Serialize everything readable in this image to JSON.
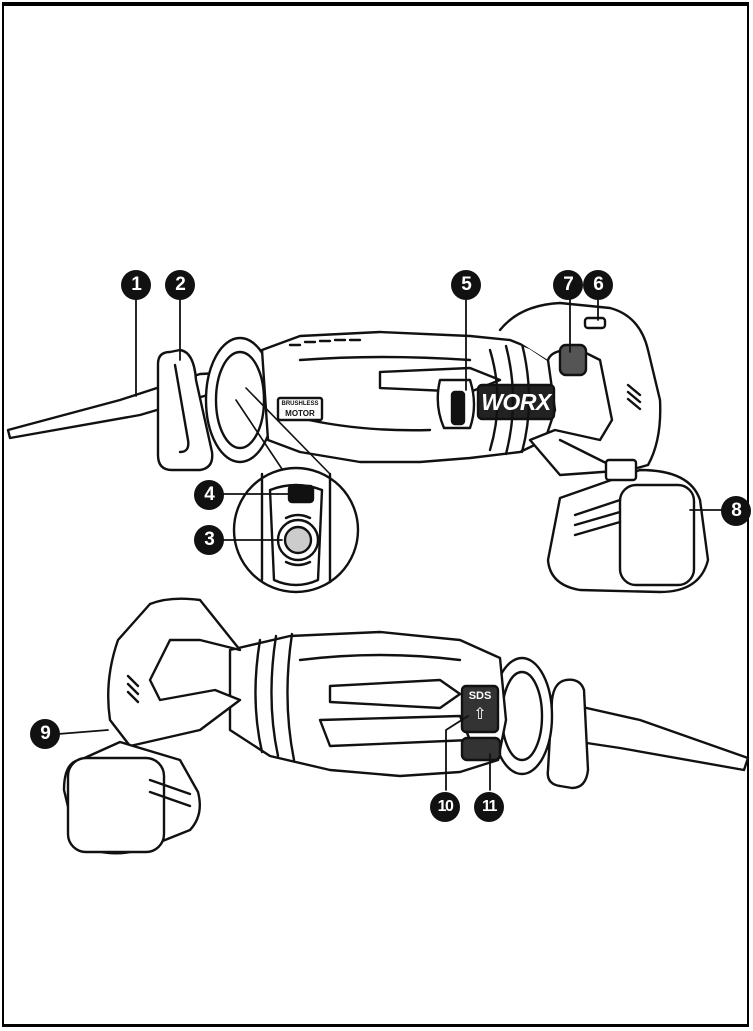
{
  "callouts": [
    "1",
    "2",
    "3",
    "4",
    "5",
    "6",
    "7",
    "8",
    "9",
    "10",
    "11"
  ],
  "labels": {
    "brand": "WORX",
    "motor_badge_top": "BRUSHLESS",
    "motor_badge_bottom": "MOTOR",
    "sds_label": "SDS"
  },
  "colors": {
    "ink": "#111111",
    "paper": "#ffffff",
    "shade": "#d9d9d9",
    "dark_panel": "#333333"
  }
}
